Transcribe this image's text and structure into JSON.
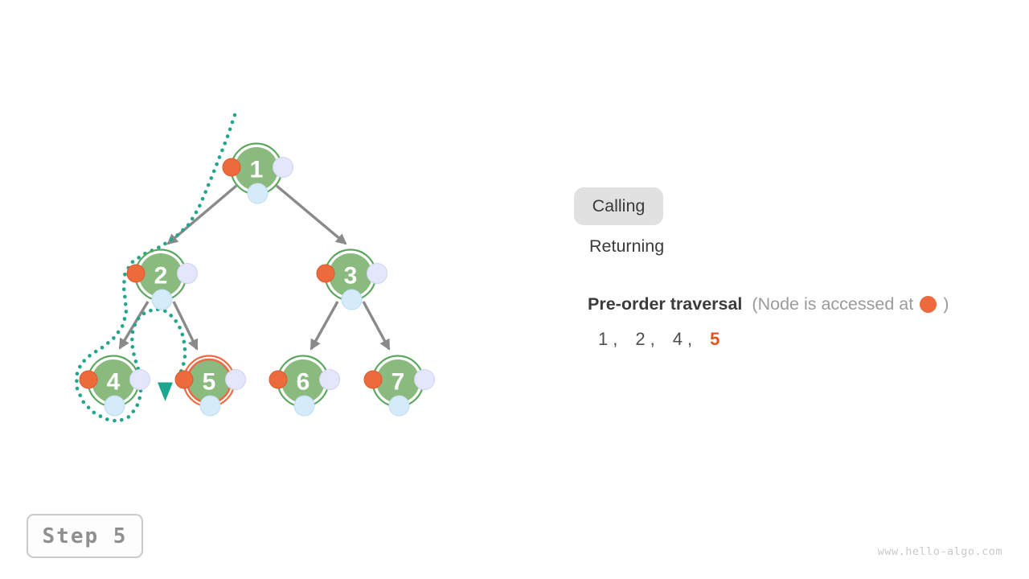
{
  "legend": {
    "calling_label": "Calling",
    "returning_label": "Returning",
    "active_state": "Calling"
  },
  "traversal": {
    "title": "Pre-order traversal",
    "note_prefix": "(Node is accessed at",
    "note_suffix": ")",
    "separator": ",",
    "visited": [
      "1",
      "2",
      "4"
    ],
    "current": "5"
  },
  "tree": {
    "nodes": [
      {
        "label": "1"
      },
      {
        "label": "2"
      },
      {
        "label": "3"
      },
      {
        "label": "4"
      },
      {
        "label": "5"
      },
      {
        "label": "6"
      },
      {
        "label": "7"
      }
    ],
    "edges": [
      "1-2",
      "1-3",
      "2-4",
      "2-5",
      "3-6",
      "3-7"
    ],
    "current_node": "5"
  },
  "step": {
    "label": "Step 5"
  },
  "watermark": "www.hello-algo.com",
  "colors": {
    "node_fill_green": "#8bba7e",
    "node_ring_green": "#5ca75f",
    "current_highlight": "#ec6a43",
    "preorder_dot_orange": "#ed6a3d",
    "inorder_dot_blue": "#d6ebf9",
    "postorder_dot_lavender": "#e4e7fb",
    "edge_gray": "#8a8a8a",
    "trace_teal": "#23a68f",
    "sequence_current_orange": "#e5541a",
    "calling_chip_bg": "#e1e1e1"
  }
}
